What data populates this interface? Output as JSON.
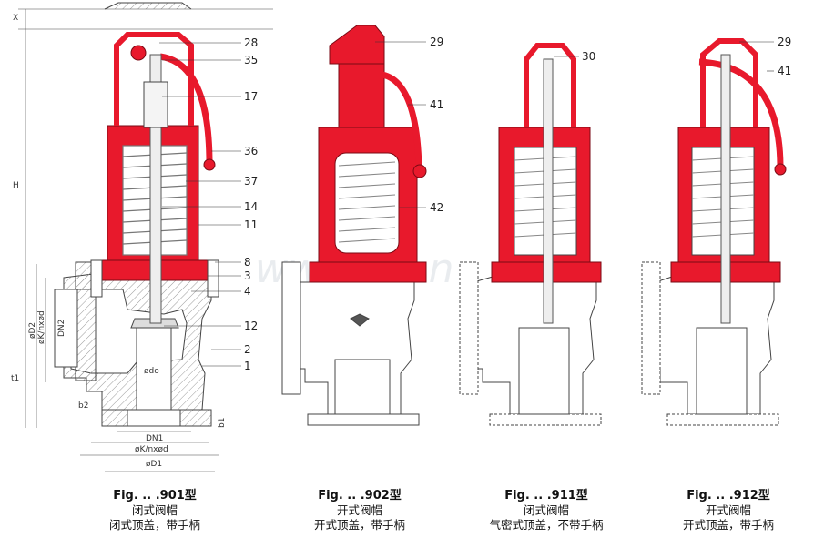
{
  "colors": {
    "red": "#e8192c",
    "line": "#444444",
    "hatch": "#9a9a9a"
  },
  "watermark": "www.it...n",
  "figure1": {
    "caption": "Fig. .. .901型",
    "line2": "闭式阀帽",
    "line3": "闭式顶盖，带手柄",
    "callouts": [
      "28",
      "35",
      "17",
      "36",
      "37",
      "14",
      "11",
      "8",
      "3",
      "4",
      "12",
      "2",
      "1"
    ],
    "dims": {
      "x": "X",
      "h": "H",
      "t1": "t1",
      "d2": "øD2",
      "k": "øK/nxød",
      "dn2": "DN2",
      "b2": "b2",
      "do": "ødo",
      "dn1": "DN1",
      "k2": "øK/nxød",
      "d1": "øD1",
      "b1": "b1"
    }
  },
  "figure2": {
    "caption": "Fig. .. .902型",
    "line2": "开式阀帽",
    "line3": "开式顶盖，带手柄",
    "callouts": [
      "29",
      "41",
      "42"
    ]
  },
  "figure3": {
    "caption": "Fig. .. .911型",
    "line2": "闭式阀帽",
    "line3": "气密式顶盖，不带手柄",
    "callouts": [
      "30"
    ]
  },
  "figure4": {
    "caption": "Fig. .. .912型",
    "line2": "开式阀帽",
    "line3": "开式顶盖，带手柄",
    "callouts": [
      "29",
      "41"
    ]
  }
}
